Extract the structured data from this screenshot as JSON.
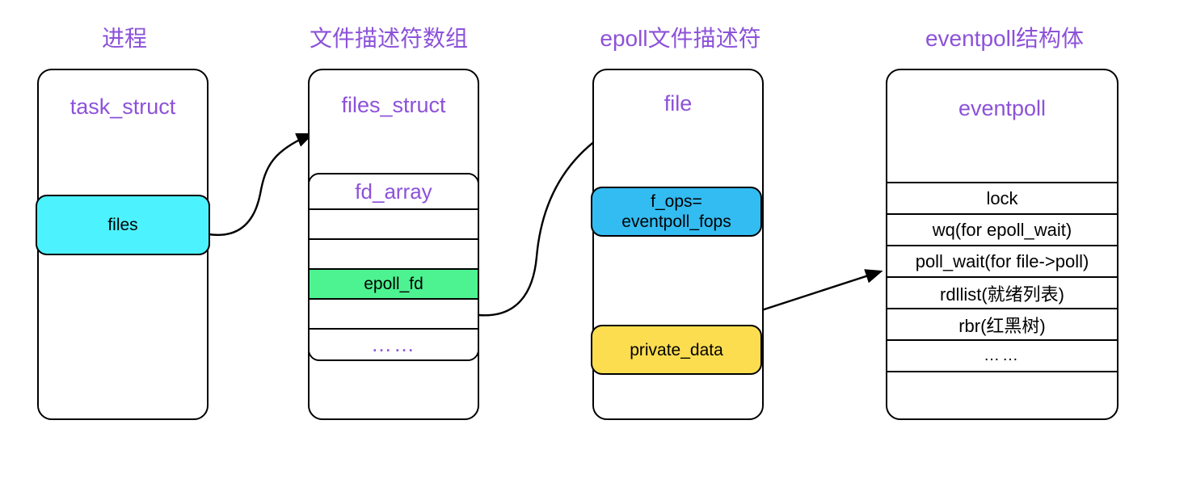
{
  "diagram": {
    "title_color": "#8C52D9",
    "columns": [
      {
        "title": "进程",
        "struct_name": "task_struct",
        "pill": {
          "label": "files",
          "color": "#4DF2FF"
        }
      },
      {
        "title": "文件描述符数组",
        "struct_name": "files_struct",
        "array": {
          "header": "fd_array",
          "rows": [
            {
              "label": "",
              "color": "#FFFFFF"
            },
            {
              "label": "",
              "color": "#FFFFFF"
            },
            {
              "label": "epoll_fd",
              "color": "#4DF291"
            },
            {
              "label": "",
              "color": "#FFFFFF"
            },
            {
              "label": "……",
              "color": "#FFFFFF"
            }
          ]
        }
      },
      {
        "title": "epoll文件描述符",
        "struct_name": "file",
        "pills": [
          {
            "label": "f_ops=\neventpoll_fops",
            "color": "#33BCF2"
          },
          {
            "label": "private_data",
            "color": "#FCDD50"
          }
        ]
      },
      {
        "title": "eventpoll结构体",
        "struct_name": "eventpoll",
        "fields": [
          "lock",
          "wq(for epoll_wait)",
          "poll_wait(for file->poll)",
          "rdllist(就绪列表)",
          "rbr(红黑树)",
          "……",
          ""
        ]
      }
    ],
    "arrows": [
      {
        "name": "files-to-files-struct",
        "from": "files",
        "to": "files_struct"
      },
      {
        "name": "epoll-fd-to-file",
        "from": "epoll_fd",
        "to": "file"
      },
      {
        "name": "private-data-to-eventpoll",
        "from": "private_data",
        "to": "poll_wait"
      }
    ]
  }
}
